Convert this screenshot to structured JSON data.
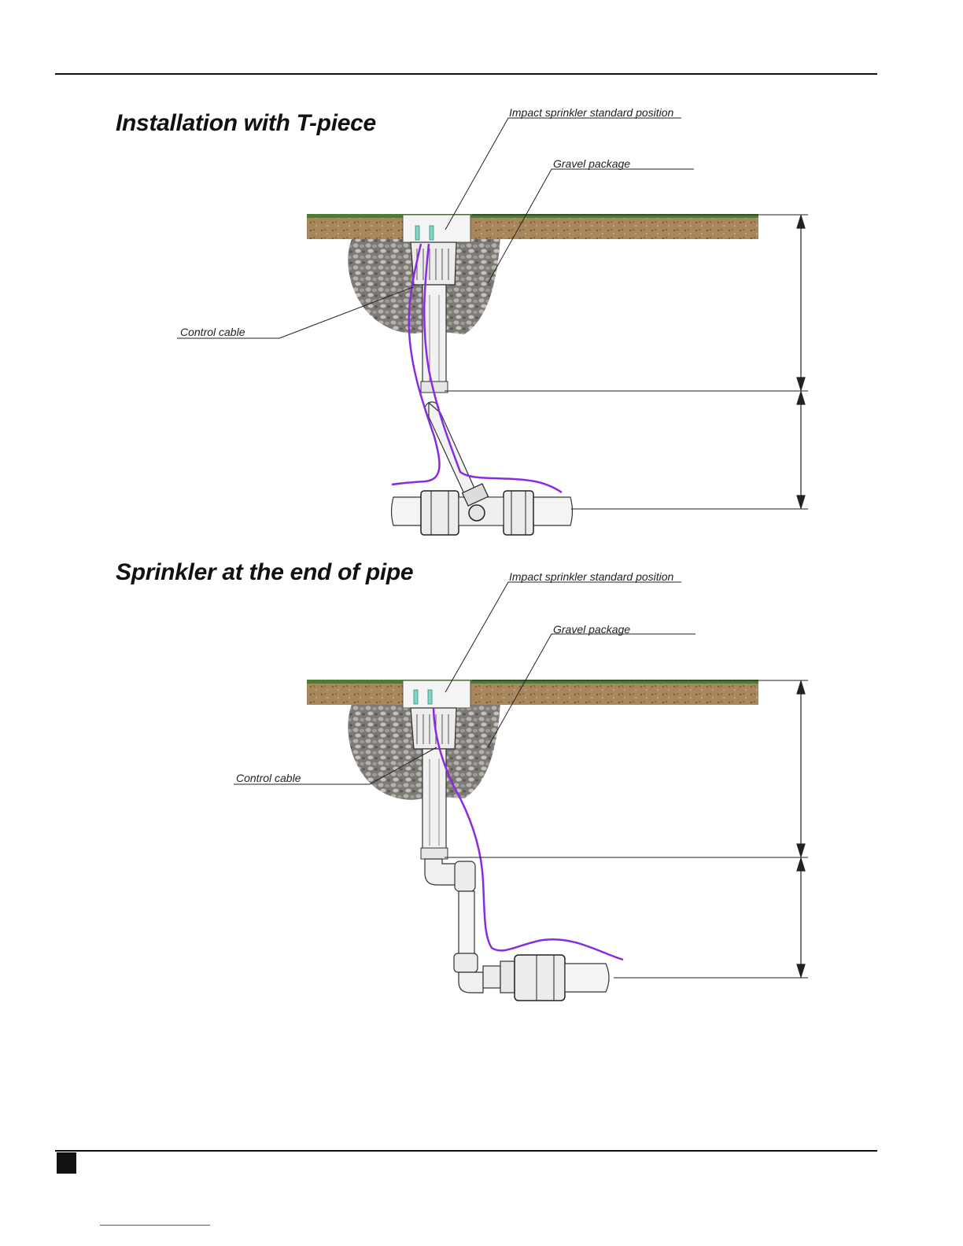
{
  "sections": [
    {
      "title": "Installation with T-piece",
      "labels": {
        "sprinkler_position": "Impact sprinkler standard position",
        "gravel": "Gravel package",
        "cable": "Control cable"
      }
    },
    {
      "title": "Sprinkler at the end of pipe",
      "labels": {
        "sprinkler_position": "Impact sprinkler standard position",
        "gravel": "Gravel package",
        "cable": "Control cable"
      }
    }
  ],
  "colors": {
    "grass": "#4f7a34",
    "soil": "#a8875c",
    "gravel": "#8d8a85",
    "cable": "#8a2be2",
    "nozzle": "#7fd6c6"
  }
}
